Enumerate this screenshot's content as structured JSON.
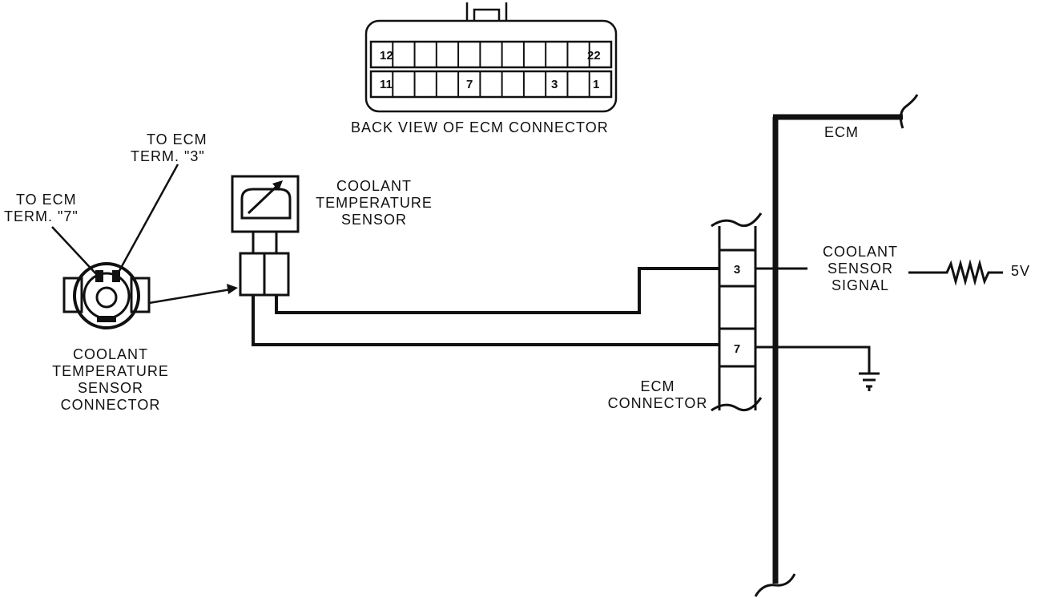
{
  "ecm_connector_view": {
    "caption": "BACK VIEW OF ECM CONNECTOR",
    "top_row_pins": {
      "left": "12",
      "right": "22"
    },
    "bottom_row_pins": {
      "left": "11",
      "pin7": "7",
      "pin3": "3",
      "right": "1"
    }
  },
  "sensor_connector": {
    "label_term7": [
      "TO ECM",
      "TERM. \"7\""
    ],
    "label_term3": [
      "TO ECM",
      "TERM. \"3\""
    ],
    "caption": [
      "COOLANT",
      "TEMPERATURE",
      "SENSOR",
      "CONNECTOR"
    ]
  },
  "sensor": {
    "label": [
      "COOLANT",
      "TEMPERATURE",
      "SENSOR"
    ]
  },
  "ecm": {
    "label": "ECM",
    "connector_label": [
      "ECM",
      "CONNECTOR"
    ],
    "terminals": [
      "3",
      "7"
    ],
    "signal_label": [
      "COOLANT",
      "SENSOR",
      "SIGNAL"
    ],
    "reference_voltage": "5V"
  }
}
